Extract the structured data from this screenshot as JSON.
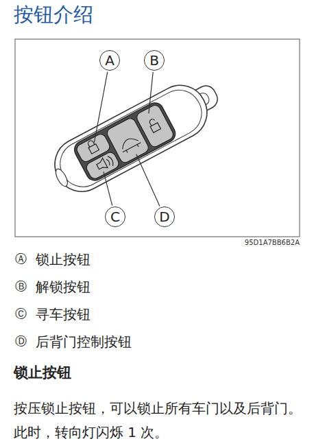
{
  "diagram": {
    "title": "按钮介绍",
    "nodes": [
      {
        "text": [
          "A"
        ]
      },
      {
        "text": [
          "B"
        ]
      },
      {
        "text": [
          "C"
        ]
      },
      {
        "text": [
          "D"
        ]
      }
    ],
    "labels": [
      "95D1A7BB6B2A",
      "Ⓐ",
      "锁止按钮",
      "Ⓑ",
      "解锁按钮",
      "Ⓒ",
      "寻车按钮",
      "Ⓓ",
      "后背门控制按钮",
      "锁止按钮",
      "按压锁止按钮，可以锁止所有车门以及后背门。此时，转向灯闪烁 1 次。"
    ]
  }
}
